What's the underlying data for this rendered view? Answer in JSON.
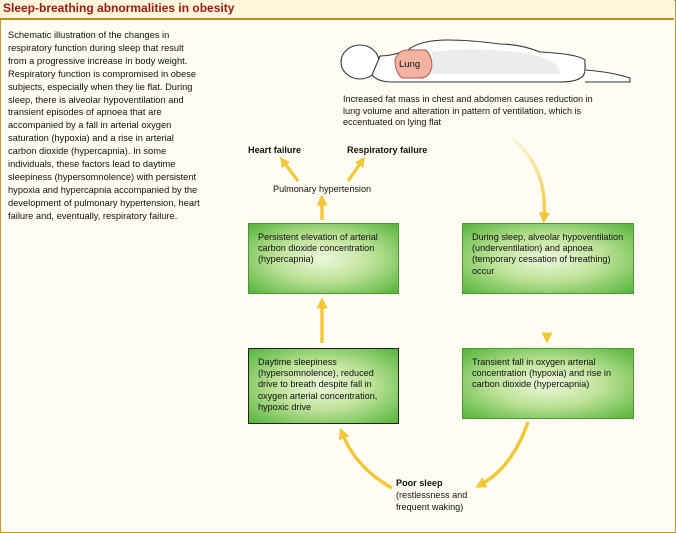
{
  "header": {
    "title": "Sleep-breathing abnormalities in obesity"
  },
  "description": "Schematic illustration of the changes in respiratory function during sleep that result from a progressive increase in body weight. Respiratory function is compromised in obese subjects, especially when they lie flat. During sleep, there is alveolar hypoventilation and transient episodes of apnoea that are accompanied by a fall in arterial oxygen saturation (hypoxia) and a rise in arterial carbon dioxide (hypercapnia). In some individuals, these factors lead to daytime sleepiness (hypersomnolence) with persistent hypoxia and hypercapnia accompanied by the development of pulmonary hypertension, heart failure and, eventually, respiratory failure.",
  "figure": {
    "lung_label": "Lung",
    "fat_mass_caption": "Increased fat mass in chest and abdomen causes reduction in lung volume and alteration in pattern of ventilation, which is eccentuated on lying flat",
    "heart_failure": "Heart failure",
    "respiratory_failure": "Respiratory failure",
    "pulmonary_hypertension": "Pulmonary hypertension",
    "box_hypercapnia": "Persistent elevation of arterial carbon dioxide concentration (hypercapnia)",
    "box_during_sleep": "During sleep, alveolar hypoventilation (underventilation) and apnoea (temporary cessation of breathing) occur",
    "box_daytime": "Daytime sleepiness (hypersomnolence), reduced drive to breath despite fall in oxygen arterial concentration, hypoxic drive",
    "box_transient": "Transient fall in oxygen arterial concentration (hypoxia) and rise in carbon dioxide (hypercapnia)",
    "poor_sleep_title": "Poor sleep",
    "poor_sleep_detail": "(restlessness and frequent waking)"
  },
  "colors": {
    "title": "#a01812",
    "arrow": "#f3c838",
    "box_green": "#55b43a",
    "lung": "#f3b3a3"
  }
}
